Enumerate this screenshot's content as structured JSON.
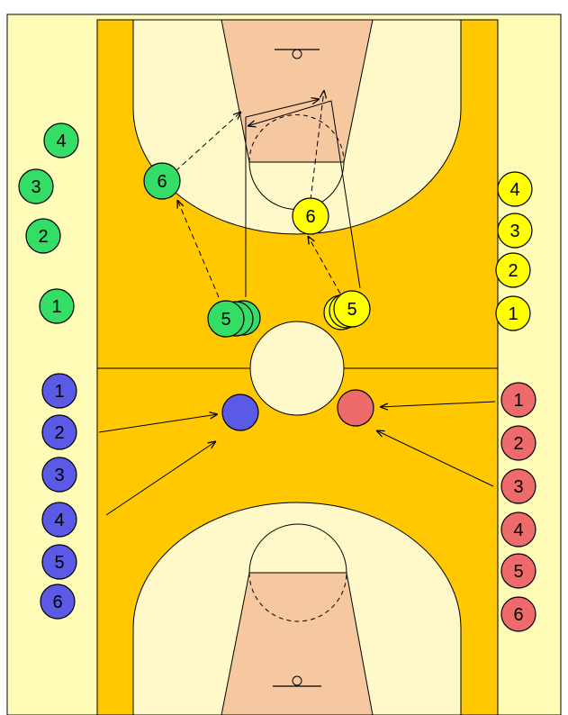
{
  "colors": {
    "sideline_bg": "#fffcb8",
    "court": "#ffc800",
    "key_area": "#f5c8a0",
    "arc_area": "#fff8c8",
    "line": "#000000",
    "green_team": "#33dd66",
    "yellow_team": "#ffff00",
    "blue_team": "#5a5ae6",
    "red_team": "#ef6a6a"
  },
  "teams": {
    "green_queue": [
      "4",
      "3",
      "2",
      "1"
    ],
    "yellow_queue": [
      "4",
      "3",
      "2",
      "1"
    ],
    "blue_queue": [
      "1",
      "2",
      "3",
      "4",
      "5",
      "6"
    ],
    "red_queue": [
      "1",
      "2",
      "3",
      "4",
      "5",
      "6"
    ]
  },
  "court_players": {
    "green_top": "6",
    "green_mid": "5",
    "yellow_top": "6",
    "yellow_mid": "5"
  }
}
